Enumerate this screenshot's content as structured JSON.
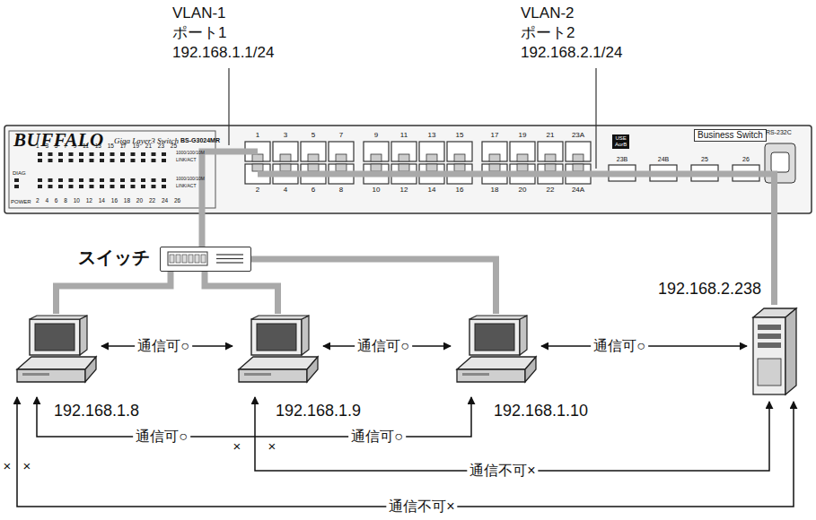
{
  "diagram": {
    "nodes": [
      {
        "text": [
          "BUFFALO",
          "Giga Layer3 Switch",
          "BS-G3024MR",
          "Business Switch"
        ]
      },
      {
        "text": [
          "スイッチ"
        ]
      },
      {
        "text": [
          "192.168.1.8"
        ]
      },
      {
        "text": [
          "192.168.1.9"
        ]
      },
      {
        "text": [
          "192.168.1.10"
        ]
      },
      {
        "text": [
          "192.168.2.238"
        ]
      }
    ],
    "edges": [
      {
        "from": 0,
        "to": 1,
        "arrow": "none"
      },
      {
        "from": 1,
        "to": 2,
        "arrow": "none"
      },
      {
        "from": 1,
        "to": 3,
        "arrow": "none"
      },
      {
        "from": 1,
        "to": 4,
        "arrow": "none"
      },
      {
        "from": 0,
        "to": 5,
        "arrow": "none"
      },
      {
        "from": 2,
        "to": 3,
        "label": "通信可○",
        "arrow": "both"
      },
      {
        "from": 3,
        "to": 4,
        "label": "通信可○",
        "arrow": "both"
      },
      {
        "from": 4,
        "to": 5,
        "label": "通信可○",
        "arrow": "both"
      },
      {
        "from": 2,
        "to": 4,
        "label": "通信可○",
        "arrow": "both"
      },
      {
        "from": 3,
        "to": 5,
        "label": "通信不可×",
        "arrow": "both"
      },
      {
        "from": 2,
        "to": 5,
        "label": "通信不可×",
        "arrow": "both"
      }
    ],
    "labels": [
      "VLAN-1 ポート1 192.168.1.1/24",
      "VLAN-2 ポート2 192.168.2.1/24",
      "1 3 5 7 9 11 13 15 17 19 21 23 25",
      "2 4 6 8 10 12 14 16 18 20 22 24 26",
      "1000/100/10M",
      "LINK/ACT",
      "1000/100/10M",
      "LINK/ACT",
      "DIAG",
      "POWER",
      "1",
      "3",
      "5",
      "7",
      "9",
      "11",
      "13",
      "15",
      "17",
      "19",
      "21",
      "23A",
      "2",
      "4",
      "6",
      "8",
      "10",
      "12",
      "14",
      "16",
      "18",
      "20",
      "22",
      "24A",
      "23B",
      "24B",
      "25",
      "26",
      "USE AorB",
      "RS-232C",
      "通信可○",
      "×",
      "×",
      "×",
      "×"
    ]
  }
}
